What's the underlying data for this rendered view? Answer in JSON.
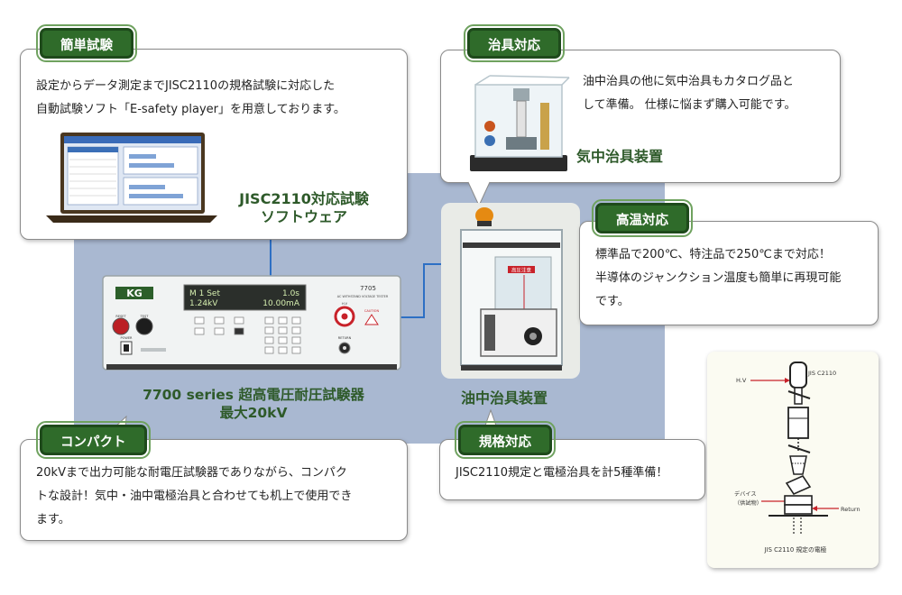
{
  "simple": {
    "tab": "簡単試験",
    "line1": "設定からデータ測定までJISC2110の規格試験に対応した",
    "line2": "自動試験ソフト「E-safety player」を用意しております。",
    "caption1": "JISC2110対応試験",
    "caption2": "ソフトウェア"
  },
  "jig": {
    "tab": "治具対応",
    "line1": "油中治具の他に気中治具もカタログ品と",
    "line2": "して準備。 仕様に悩まず購入可能です。",
    "caption": "気中治具装置"
  },
  "hightemp": {
    "tab": "高温対応",
    "line1": "標準品で200℃、特注品で250℃まで対応！",
    "line2": "半導体のジャンクション温度も簡単に再現可能",
    "line3": "です。"
  },
  "device": {
    "brand": "KG",
    "model": "7705",
    "model_sub": "AC WITHSTAND VOLTAGE TESTER",
    "display_line1_left": "M 1 Set",
    "display_line1_right": "1.0s",
    "display_line2_left": "1.24kV",
    "display_line2_right": "10.00mA",
    "caption1": "7700 series 超高電圧耐圧試験器",
    "caption2": "最大20kV",
    "reset": "RESET",
    "test": "TEST",
    "power": "POWER",
    "hv": "H.V",
    "return": "RETURN",
    "caution": "CAUTION"
  },
  "oil": {
    "caption": "油中治具装置",
    "badge": "高圧注意"
  },
  "compact": {
    "tab": "コンパクト",
    "line1": "20kVまで出力可能な耐電圧試験器でありながら、コンパク",
    "line2": "トな設計！気中・油中電極治具と合わせても机上で使用でき",
    "line3": "ます。"
  },
  "standard": {
    "tab": "規格対応",
    "line1": "JISC2110規定と電極治具を計5種準備！"
  },
  "diagram": {
    "hv": "H.V",
    "jis_top": "JIS C2110",
    "device1": "デバイス",
    "device2": "（供試物）",
    "return": "Return",
    "caption": "JIS C2110 規定の電極"
  },
  "colors": {
    "accent_green": "#2f6b2a",
    "panel_blue": "#a9b8d1",
    "link_blue": "#2d6fc4"
  }
}
